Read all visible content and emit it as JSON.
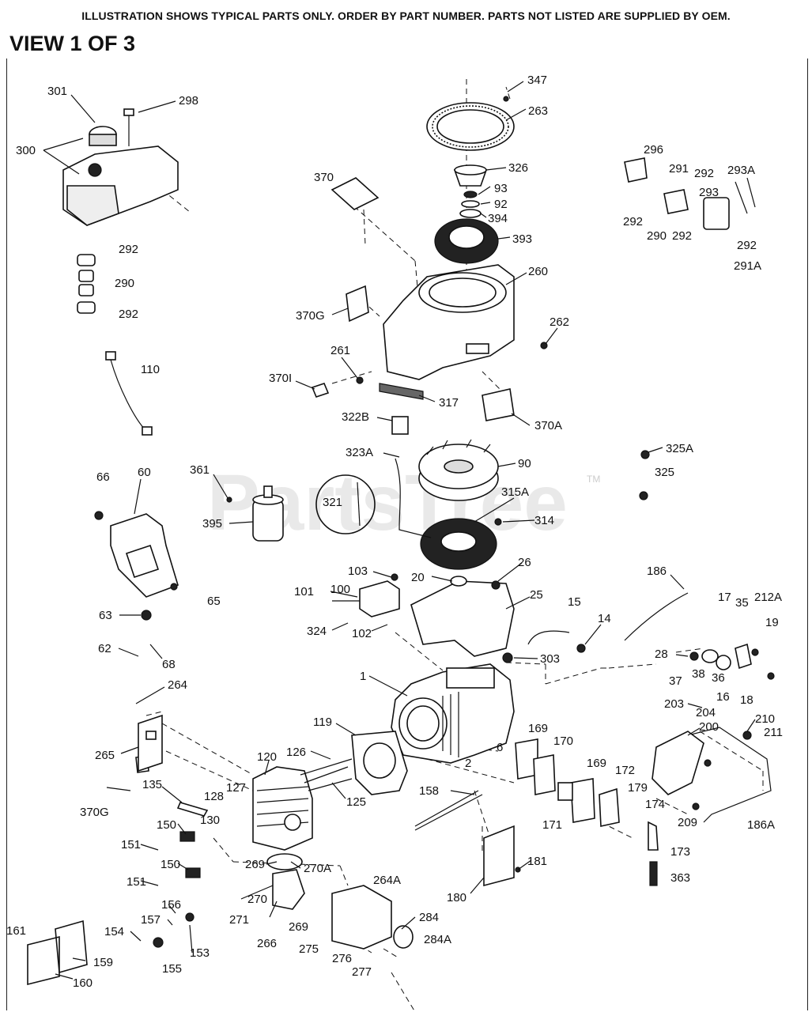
{
  "header": "ILLUSTRATION SHOWS TYPICAL PARTS ONLY. ORDER BY PART NUMBER. PARTS NOT LISTED ARE SUPPLIED BY OEM.",
  "view_title": "VIEW 1 OF 3",
  "watermark": "PartsTree",
  "watermark_tm": "TM",
  "callouts": {
    "c301": "301",
    "c298": "298",
    "c300": "300",
    "c347": "347",
    "c263": "263",
    "c296": "296",
    "c291": "291",
    "c292a": "292",
    "c293A": "293A",
    "c293": "293",
    "c370": "370",
    "c326": "326",
    "c93": "93",
    "c92": "92",
    "c394": "394",
    "c292b": "292",
    "c290a": "290",
    "c292c": "292",
    "c292d": "292",
    "c291A": "291A",
    "c393": "393",
    "c292e": "292",
    "c290b": "290",
    "c292f": "292",
    "c260": "260",
    "c370G": "370G",
    "c262": "262",
    "c110": "110",
    "c261": "261",
    "c370I": "370I",
    "c317": "317",
    "c322B": "322B",
    "c370A": "370A",
    "c323A": "323A",
    "c90": "90",
    "c325A": "325A",
    "c325": "325",
    "c66": "66",
    "c60": "60",
    "c361": "361",
    "c321": "321",
    "c315A": "315A",
    "c314": "314",
    "c395": "395",
    "c186": "186",
    "c103": "103",
    "c100": "100",
    "c101": "101",
    "c20": "20",
    "c26": "26",
    "c25": "25",
    "c15": "15",
    "c65": "65",
    "c17": "17",
    "c35": "35",
    "c212A": "212A",
    "c14": "14",
    "c19": "19",
    "c324": "324",
    "c102": "102",
    "c63": "63",
    "c62": "62",
    "c68": "68",
    "c303": "303",
    "c28": "28",
    "c38": "38",
    "c36": "36",
    "c37": "37",
    "c16": "16",
    "c18": "18",
    "c1": "1",
    "c264": "264",
    "c203": "203",
    "c204": "204",
    "c210": "210",
    "c119": "119",
    "c200": "200",
    "c211": "211",
    "c169a": "169",
    "c170": "170",
    "c265": "265",
    "c120": "120",
    "c126": "126",
    "c6": "6",
    "c2": "2",
    "c169b": "169",
    "c172": "172",
    "c179": "179",
    "c135": "135",
    "c370G2": "370G",
    "c127": "127",
    "c128": "128",
    "c125": "125",
    "c158": "158",
    "c171": "171",
    "c174": "174",
    "c209": "209",
    "c186A": "186A",
    "c130": "130",
    "c150a": "150",
    "c151a": "151",
    "c173": "173",
    "c150b": "150",
    "c269a": "269",
    "c270A": "270A",
    "c181": "181",
    "c363": "363",
    "c151b": "151",
    "c264A": "264A",
    "c180": "180",
    "c270": "270",
    "c156": "156",
    "c271": "271",
    "c269b": "269",
    "c284": "284",
    "c157": "157",
    "c153": "153",
    "c154": "154",
    "c266": "266",
    "c275": "275",
    "c284A": "284A",
    "c161": "161",
    "c159": "159",
    "c155": "155",
    "c276": "276",
    "c277": "277",
    "c160": "160"
  }
}
